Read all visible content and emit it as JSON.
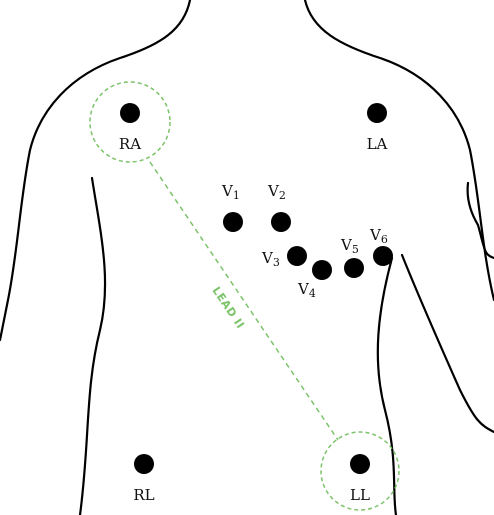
{
  "colors": {
    "accent": "#7cc36a",
    "outline": "#000000",
    "electrode": "#000000"
  },
  "limb": {
    "ra": "RA",
    "la": "LA",
    "rl": "RL",
    "ll": "LL"
  },
  "precordial": {
    "letter": "V",
    "v1": "1",
    "v2": "2",
    "v3": "3",
    "v4": "4",
    "v5": "5",
    "v6": "6"
  },
  "lead_label": "LEAD II"
}
